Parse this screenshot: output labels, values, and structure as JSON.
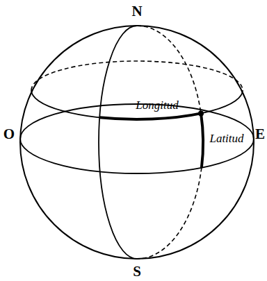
{
  "diagram": {
    "labels": [
      "N",
      "Longitud",
      "O",
      "Latitud",
      "E",
      "S"
    ]
  }
}
